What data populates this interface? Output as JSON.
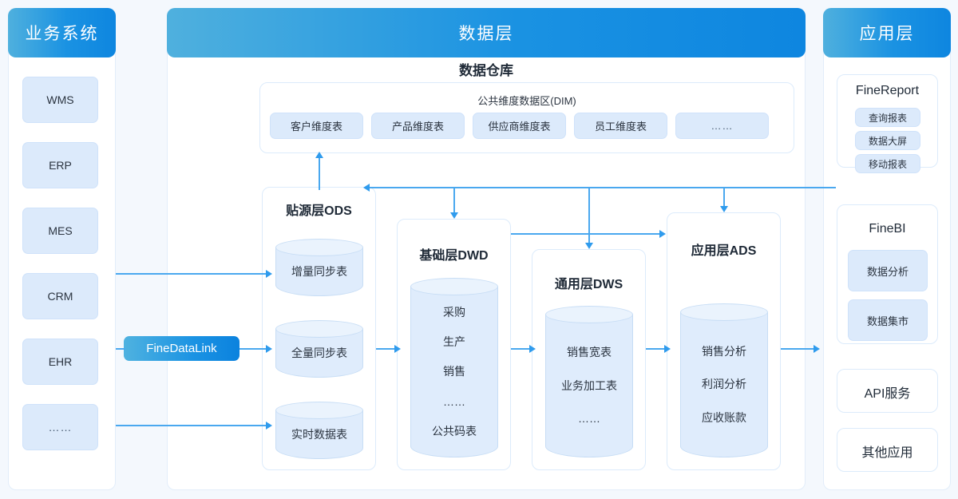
{
  "diagram": {
    "title_business": "业务系统",
    "title_data": "数据层",
    "title_app": "应用层",
    "warehouse_title": "数据仓库",
    "pipeline_badge": "FineDataLink",
    "accent_start": "#4fb0de",
    "accent_end": "#0e86e0",
    "chip_fill": "#dceafb",
    "line_color": "#4aa8ef"
  },
  "business_systems": [
    {
      "label": "WMS"
    },
    {
      "label": "ERP"
    },
    {
      "label": "MES"
    },
    {
      "label": "CRM"
    },
    {
      "label": "EHR"
    },
    {
      "label": "……"
    }
  ],
  "dim": {
    "title": "公共维度数据区(DIM)",
    "tables": [
      {
        "label": "客户维度表"
      },
      {
        "label": "产品维度表"
      },
      {
        "label": "供应商维度表"
      },
      {
        "label": "员工维度表"
      },
      {
        "label": "……"
      }
    ]
  },
  "layers": {
    "ods": {
      "title": "贴源层ODS",
      "tables": [
        {
          "label": "增量同步表"
        },
        {
          "label": "全量同步表"
        },
        {
          "label": "实时数据表"
        }
      ]
    },
    "dwd": {
      "title": "基础层DWD",
      "items": [
        "采购",
        "生产",
        "销售",
        "……",
        "公共码表"
      ]
    },
    "dws": {
      "title": "通用层DWS",
      "items": [
        "销售宽表",
        "业务加工表",
        "……"
      ]
    },
    "ads": {
      "title": "应用层ADS",
      "items": [
        "销售分析",
        "利润分析",
        "应收账款"
      ]
    }
  },
  "applications": [
    {
      "name": "FineReport",
      "items": [
        {
          "label": "查询报表"
        },
        {
          "label": "数据大屏"
        },
        {
          "label": "移动报表"
        }
      ]
    },
    {
      "name": "FineBI",
      "items": [
        {
          "label": "数据分析"
        },
        {
          "label": "数据集市"
        }
      ]
    },
    {
      "name": "API服务",
      "items": []
    },
    {
      "name": "其他应用",
      "items": []
    }
  ]
}
